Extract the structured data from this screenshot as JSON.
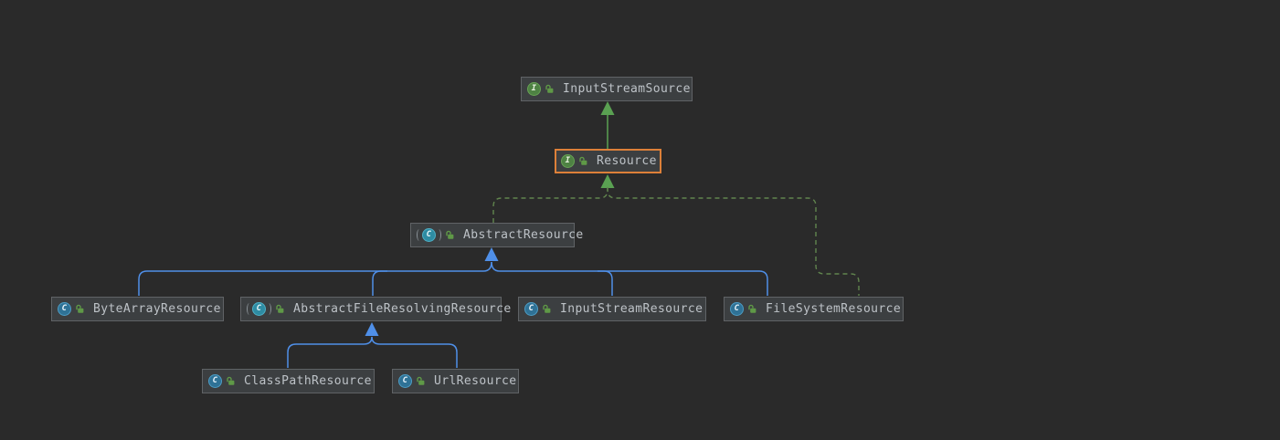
{
  "diagram": {
    "type": "uml-class-diagram",
    "selected_node": "Resource",
    "nodes": [
      {
        "label": "InputStreamSource",
        "kind": "interface",
        "icon_letter": "I",
        "modifier_icon": "green-open-padlock",
        "selected": false
      },
      {
        "label": "Resource",
        "kind": "interface",
        "icon_letter": "I",
        "modifier_icon": "green-open-padlock",
        "selected": true
      },
      {
        "label": "AbstractResource",
        "kind": "abstract-class",
        "icon_letter": "C",
        "modifier_icon": "green-open-padlock",
        "selected": false
      },
      {
        "label": "ByteArrayResource",
        "kind": "class",
        "icon_letter": "C",
        "modifier_icon": "green-open-padlock",
        "selected": false
      },
      {
        "label": "AbstractFileResolvingResource",
        "kind": "abstract-class",
        "icon_letter": "C",
        "modifier_icon": "green-open-padlock",
        "selected": false
      },
      {
        "label": "InputStreamResource",
        "kind": "class",
        "icon_letter": "C",
        "modifier_icon": "green-open-padlock",
        "selected": false
      },
      {
        "label": "FileSystemResource",
        "kind": "class",
        "icon_letter": "C",
        "modifier_icon": "green-open-padlock",
        "selected": false
      },
      {
        "label": "ClassPathResource",
        "kind": "class",
        "icon_letter": "C",
        "modifier_icon": "green-open-padlock",
        "selected": false
      },
      {
        "label": "UrlResource",
        "kind": "class",
        "icon_letter": "C",
        "modifier_icon": "green-open-padlock",
        "selected": false
      }
    ],
    "edges": [
      {
        "from": "Resource",
        "to": "InputStreamSource",
        "relation": "extends",
        "line": "solid",
        "color": "#5aa152"
      },
      {
        "from": "AbstractResource",
        "to": "Resource",
        "relation": "implements",
        "line": "dashed",
        "color": "#61854e"
      },
      {
        "from": "FileSystemResource",
        "to": "Resource",
        "relation": "implements",
        "line": "dashed",
        "color": "#61854e"
      },
      {
        "from": "ByteArrayResource",
        "to": "AbstractResource",
        "relation": "extends",
        "line": "solid",
        "color": "#4f8fe8"
      },
      {
        "from": "AbstractFileResolvingResource",
        "to": "AbstractResource",
        "relation": "extends",
        "line": "solid",
        "color": "#4f8fe8"
      },
      {
        "from": "InputStreamResource",
        "to": "AbstractResource",
        "relation": "extends",
        "line": "solid",
        "color": "#4f8fe8"
      },
      {
        "from": "FileSystemResource",
        "to": "AbstractResource",
        "relation": "extends",
        "line": "solid",
        "color": "#4f8fe8"
      },
      {
        "from": "ClassPathResource",
        "to": "AbstractFileResolvingResource",
        "relation": "extends",
        "line": "solid",
        "color": "#4f8fe8"
      },
      {
        "from": "UrlResource",
        "to": "AbstractFileResolvingResource",
        "relation": "extends",
        "line": "solid",
        "color": "#4f8fe8"
      }
    ],
    "colors": {
      "canvas_background": "#2a2a2a",
      "node_background": "#3c3f41",
      "node_border": "#606366",
      "selected_node_border": "#dd8039",
      "node_text": "#bdc2c7",
      "extends_edge": "#4f8fe8",
      "interface_extends_edge": "#5aa152",
      "implements_edge": "#61854e",
      "interface_icon": "#4e8243",
      "class_icon": "#2f7296",
      "abstract_class_icon": "#2e8ca3",
      "lock_icon": "#5f9947"
    }
  }
}
